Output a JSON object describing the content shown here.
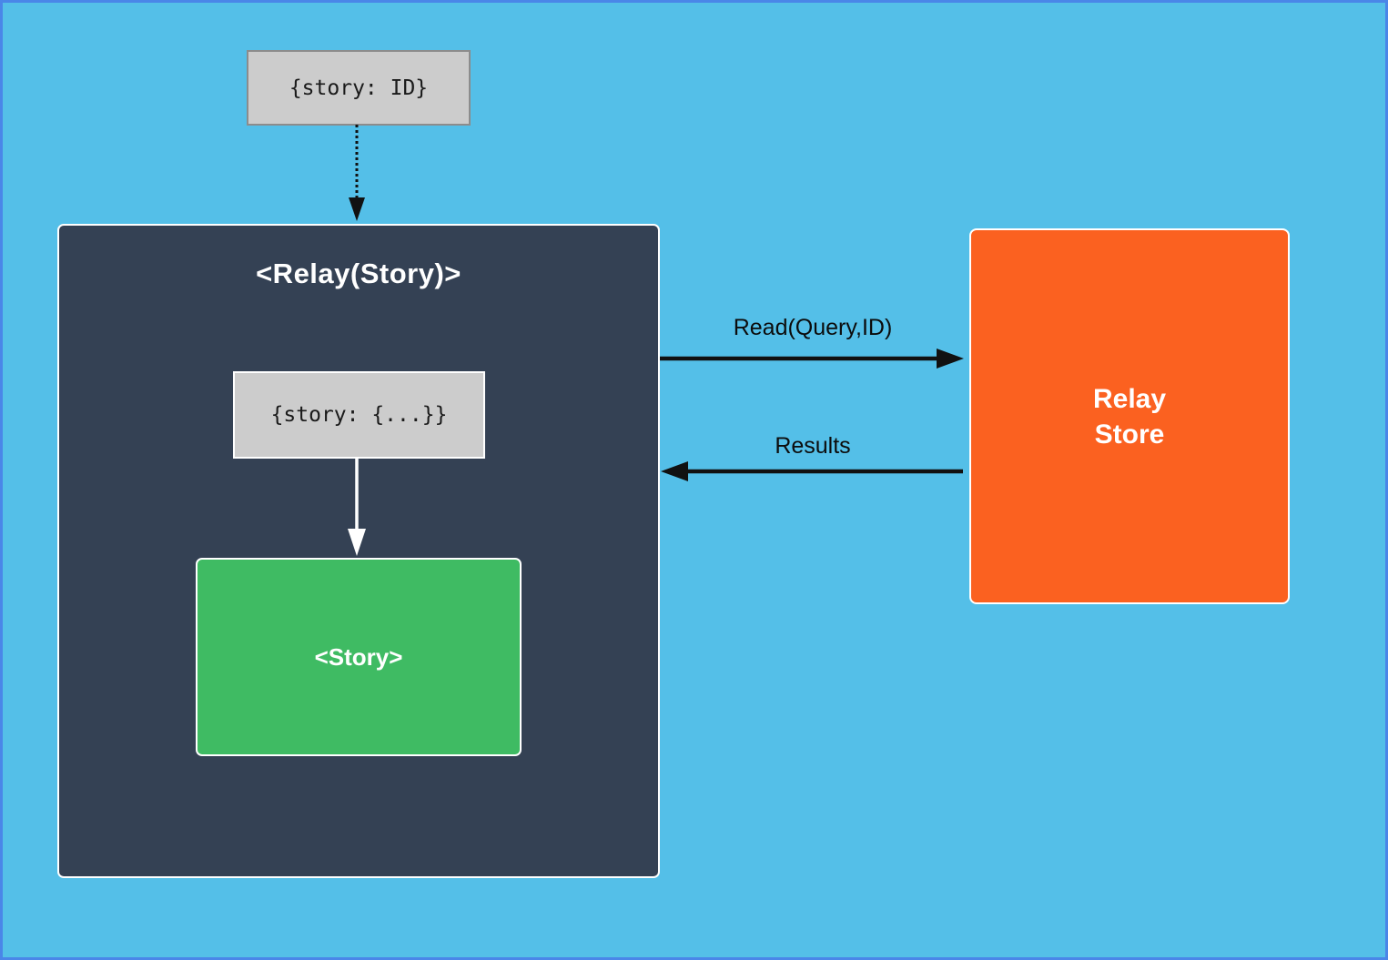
{
  "canvas": {
    "background_color": "#54bfe8",
    "border_color": "#4a86e8"
  },
  "nodes": {
    "props_input": {
      "label": "{story: ID}",
      "fill": "#cccccc",
      "border": "#8c8c8c"
    },
    "relay_container": {
      "title": "<Relay(Story)>",
      "fill": "#344154",
      "border": "#ffffff"
    },
    "resolved_props": {
      "label": "{story: {...}}",
      "fill": "#cccccc",
      "border": "#ffffff"
    },
    "story_component": {
      "label": "<Story>",
      "fill": "#3fbb63",
      "border": "#ffffff"
    },
    "relay_store": {
      "label": "Relay\nStore",
      "fill": "#fb6120",
      "border": "#ffffff"
    }
  },
  "edges": {
    "props_to_relay": {
      "style": "dotted",
      "color": "#111111"
    },
    "resolved_to_story": {
      "style": "solid",
      "color": "#ffffff"
    },
    "read": {
      "label": "Read(Query,ID)",
      "color": "#111111",
      "direction": "right"
    },
    "results": {
      "label": "Results",
      "color": "#111111",
      "direction": "left"
    }
  }
}
